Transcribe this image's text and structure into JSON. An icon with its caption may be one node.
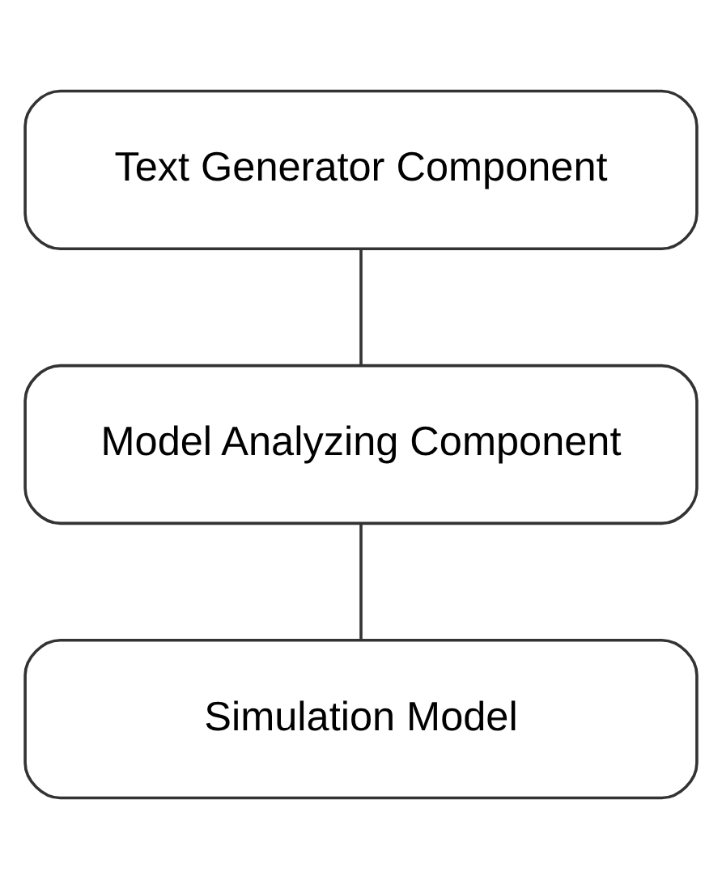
{
  "diagram": {
    "nodes": [
      {
        "text": [
          "Text Generator Component"
        ]
      },
      {
        "text": [
          "Model Analyzing Component"
        ]
      },
      {
        "text": [
          "Simulation Model"
        ]
      }
    ],
    "edges": [
      {
        "from": 0,
        "to": 1,
        "arrow": "none"
      },
      {
        "from": 1,
        "to": 2,
        "arrow": "none"
      }
    ]
  }
}
